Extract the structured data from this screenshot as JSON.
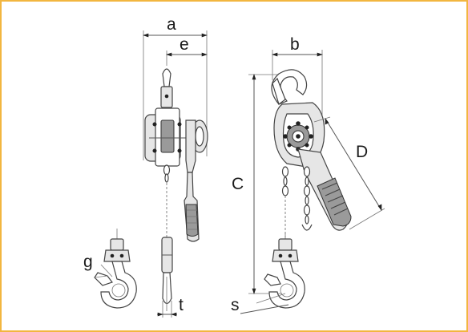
{
  "labels": {
    "a": "a",
    "e": "e",
    "b": "b",
    "C": "C",
    "D": "D",
    "g": "g",
    "s": "s",
    "t": "t"
  },
  "colors": {
    "frame_border": "#f2b640",
    "line": "#555555",
    "background": "#ffffff"
  }
}
